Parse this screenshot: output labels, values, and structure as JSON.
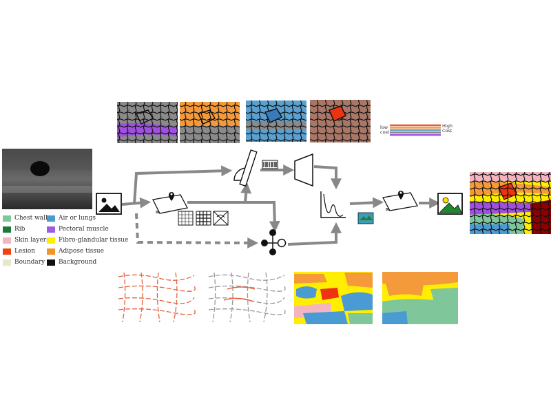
{
  "legend": {
    "items": [
      {
        "label": "Chest wall",
        "color": "#7fc79a"
      },
      {
        "label": "Rib",
        "color": "#1a7a3a"
      },
      {
        "label": "Skin layers",
        "color": "#f5b5c0"
      },
      {
        "label": "Lesion",
        "color": "#ee4411"
      },
      {
        "label": "Boundary",
        "color": "#e8e6c8"
      },
      {
        "label": "Air or lungs",
        "color": "#4a9ad4"
      },
      {
        "label": "Pectoral muscle",
        "color": "#9b5de5"
      },
      {
        "label": "Fibro-glandular tissue",
        "color": "#ffee00"
      },
      {
        "label": "Adipose tissue",
        "color": "#f5922a"
      },
      {
        "label": "Background",
        "color": "#111111"
      }
    ]
  },
  "cost_scale": {
    "low_line1": "low",
    "low_line2": "cost",
    "high_line1": "High",
    "high_line2": "Cost",
    "colors": [
      "#e85a2a",
      "#f59a3a",
      "#5aa0d0",
      "#888888",
      "#a050e0"
    ]
  },
  "icons": {
    "image": "image-icon",
    "map_pin": "map-pin-icon",
    "ruler": "ruler-protractor-icon",
    "barcode": "barcode-icon",
    "decoder": "decoder-icon",
    "curve": "loss-curve-icon",
    "graph": "graph-node-icon"
  }
}
